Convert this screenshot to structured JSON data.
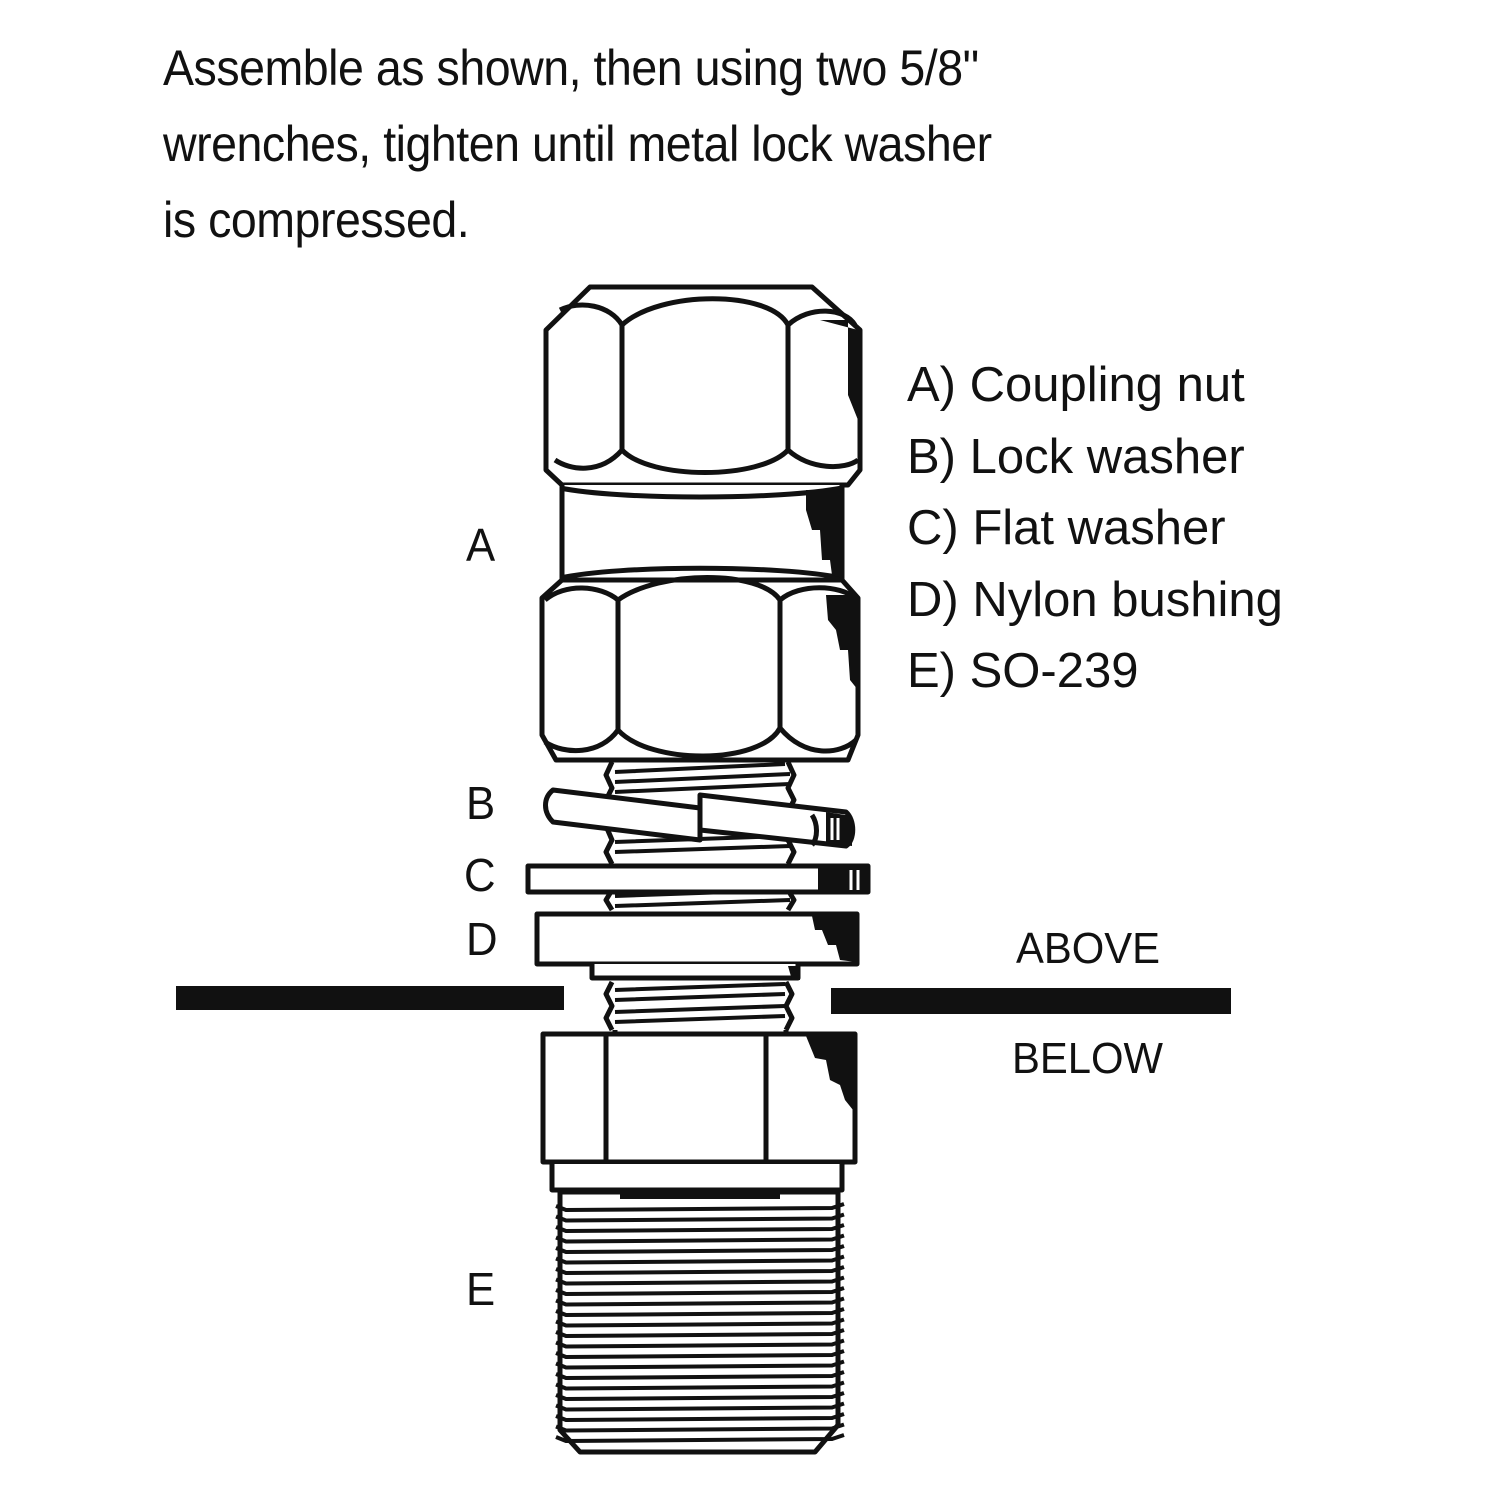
{
  "instructions": {
    "lines": [
      "Assemble as shown, then using two 5/8\"",
      "wrenches, tighten until metal lock washer",
      "is compressed."
    ]
  },
  "legend": {
    "items": [
      {
        "key": "A",
        "text": "A) Coupling nut"
      },
      {
        "key": "B",
        "text": "B) Lock washer"
      },
      {
        "key": "C",
        "text": "C) Flat washer"
      },
      {
        "key": "D",
        "text": "D) Nylon bushing"
      },
      {
        "key": "E",
        "text": "E) SO-239"
      }
    ]
  },
  "part_letters": {
    "a": "A",
    "b": "B",
    "c": "C",
    "d": "D",
    "e": "E"
  },
  "mount_labels": {
    "above": "ABOVE",
    "below": "BELOW"
  },
  "colors": {
    "ink": "#111111",
    "paper": "#ffffff"
  }
}
